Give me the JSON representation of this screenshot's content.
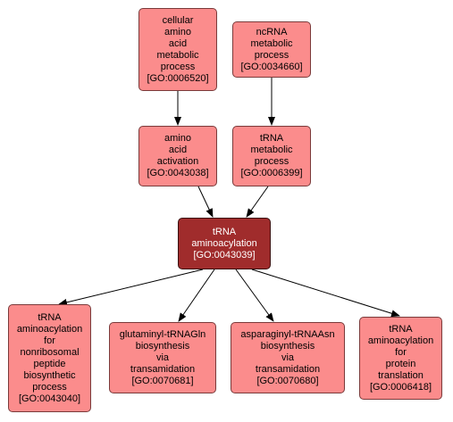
{
  "colors": {
    "node_fill": "#fb8c8c",
    "focus_fill": "#a02c2c",
    "edge": "#000000"
  },
  "nodes": {
    "cellular_amino": {
      "lines": [
        "cellular",
        "amino",
        "acid",
        "metabolic",
        "process",
        "[GO:0006520]"
      ]
    },
    "ncrna": {
      "lines": [
        "ncRNA",
        "metabolic",
        "process",
        "[GO:0034660]"
      ]
    },
    "amino_activation": {
      "lines": [
        "amino",
        "acid",
        "activation",
        "[GO:0043038]"
      ]
    },
    "trna_metabolic": {
      "lines": [
        "tRNA",
        "metabolic",
        "process",
        "[GO:0006399]"
      ]
    },
    "trna_aminoacylation": {
      "lines": [
        "tRNA",
        "aminoacylation",
        "[GO:0043039]"
      ]
    },
    "nonribosomal": {
      "lines": [
        "tRNA",
        "aminoacylation",
        "for",
        "nonribosomal",
        "peptide",
        "biosynthetic",
        "process",
        "[GO:0043040]"
      ]
    },
    "glutaminyl": {
      "lines": [
        "glutaminyl-tRNAGln",
        "biosynthesis",
        "via",
        "transamidation",
        "[GO:0070681]"
      ]
    },
    "asparaginyl": {
      "lines": [
        "asparaginyl-tRNAAsn",
        "biosynthesis",
        "via",
        "transamidation",
        "[GO:0070680]"
      ]
    },
    "protein_translation": {
      "lines": [
        "tRNA",
        "aminoacylation",
        "for",
        "protein",
        "translation",
        "[GO:0006418]"
      ]
    }
  }
}
